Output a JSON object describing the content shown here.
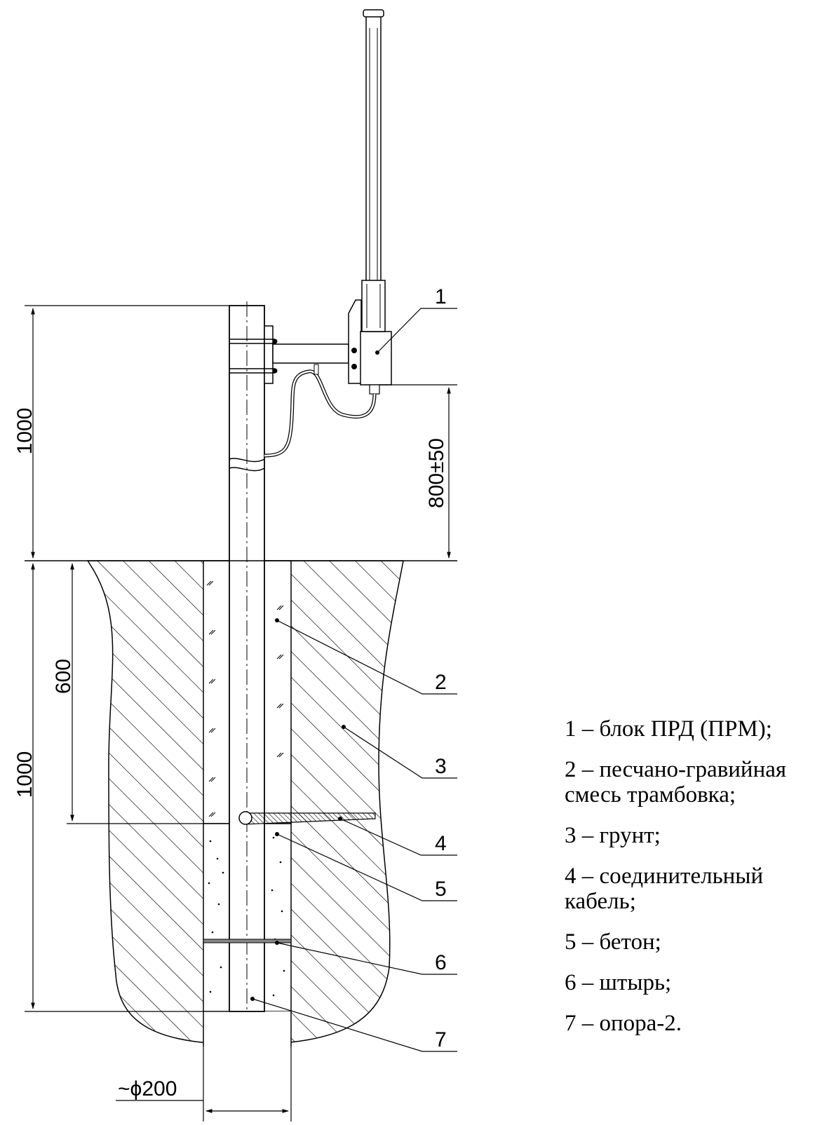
{
  "dimensions": {
    "above_ground": "1000",
    "device_height": "800±50",
    "below_ground": "1000",
    "gravel_depth": "600",
    "diameter": "~ϕ200"
  },
  "callouts": [
    "1",
    "2",
    "3",
    "4",
    "5",
    "6",
    "7"
  ],
  "legend": [
    "1 – блок ПРД (ПРМ);",
    "2 – песчано-гравийная смесь трамбовка;",
    "3 – грунт;",
    "4 – соединительный кабель;",
    "5 – бетон;",
    "6 – штырь;",
    "7 – опора-2."
  ]
}
